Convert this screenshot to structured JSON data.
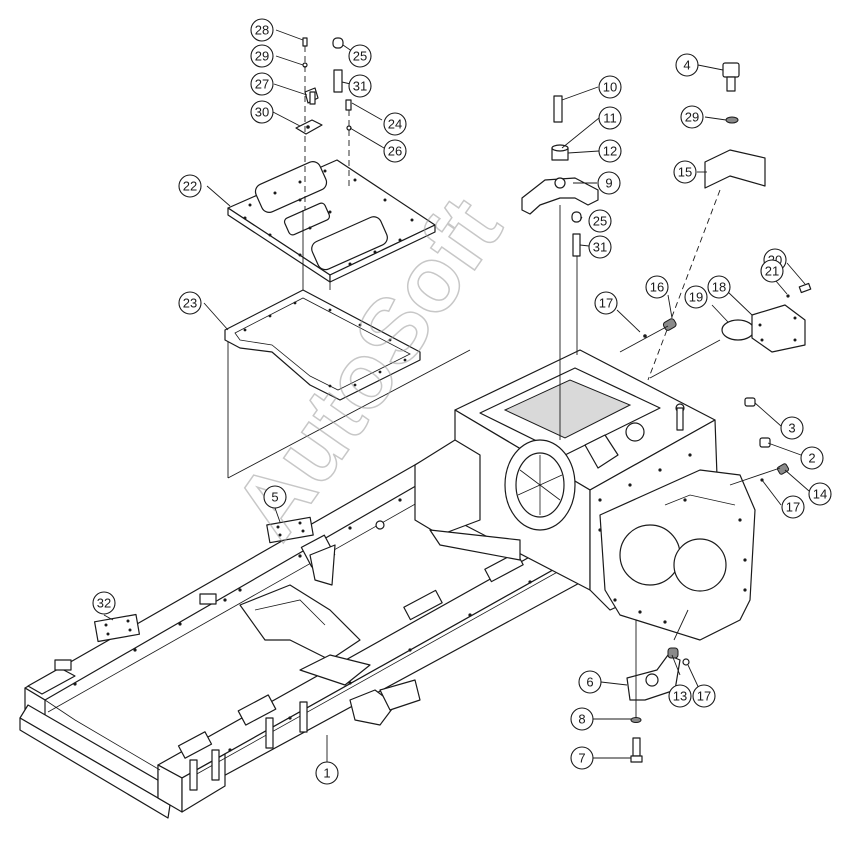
{
  "watermark": "AutoSoft",
  "callouts": {
    "c1": "1",
    "c2": "2",
    "c3": "3",
    "c4": "4",
    "c5": "5",
    "c6": "6",
    "c7": "7",
    "c8": "8",
    "c9": "9",
    "c10": "10",
    "c11": "11",
    "c12": "12",
    "c13": "13",
    "c14": "14",
    "c15": "15",
    "c16": "16",
    "c17a": "17",
    "c17b": "17",
    "c17c": "17",
    "c18": "18",
    "c19": "19",
    "c20": "20",
    "c21": "21",
    "c22": "22",
    "c23": "23",
    "c24": "24",
    "c25a": "25",
    "c25b": "25",
    "c26": "26",
    "c27": "27",
    "c28": "28",
    "c29a": "29",
    "c29b": "29",
    "c30": "30",
    "c31a": "31",
    "c31b": "31",
    "c32": "32"
  }
}
